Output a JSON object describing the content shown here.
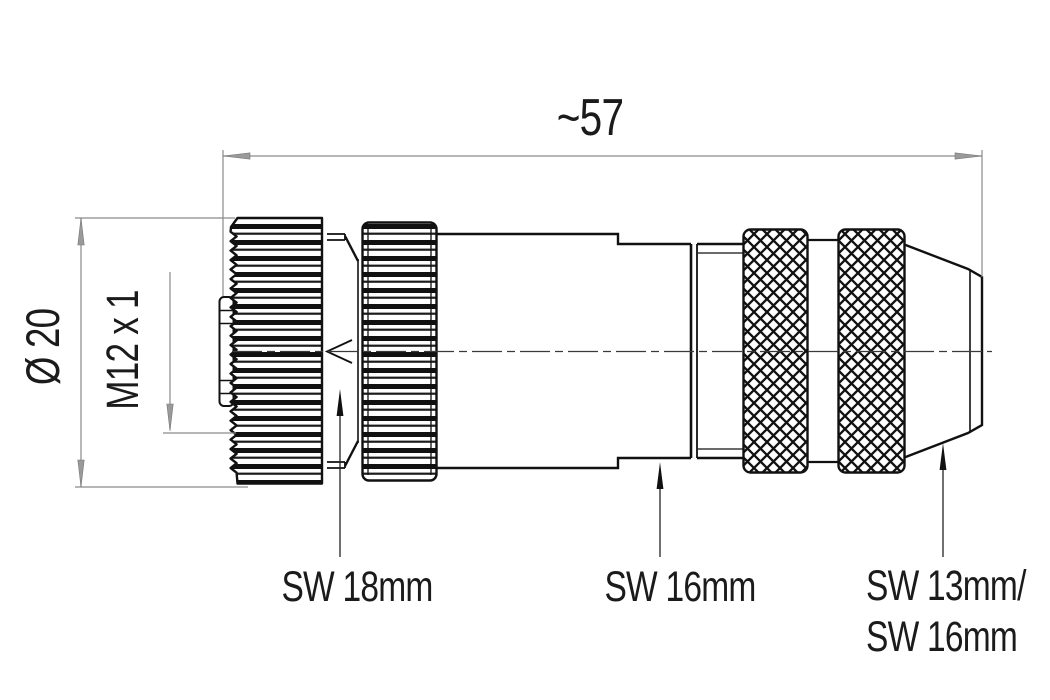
{
  "drawing": {
    "type": "technical-dimension-drawing",
    "subject": "M12 cable connector, side view",
    "background": "#ffffff",
    "colors": {
      "outline": "#111111",
      "dimension_lines": "#8a8a8a",
      "leader_lines": "#222222",
      "centerline": "#3a3a3a",
      "text": "#1b1b1b"
    },
    "labels": {
      "overall_length": "~57",
      "outer_diameter": "Ø 20",
      "thread": "M12 x 1",
      "wrench_coupling": "SW 18mm",
      "wrench_body": "SW 16mm",
      "wrench_gland_line1": "SW 13mm/",
      "wrench_gland_line2": "SW 16mm"
    }
  }
}
